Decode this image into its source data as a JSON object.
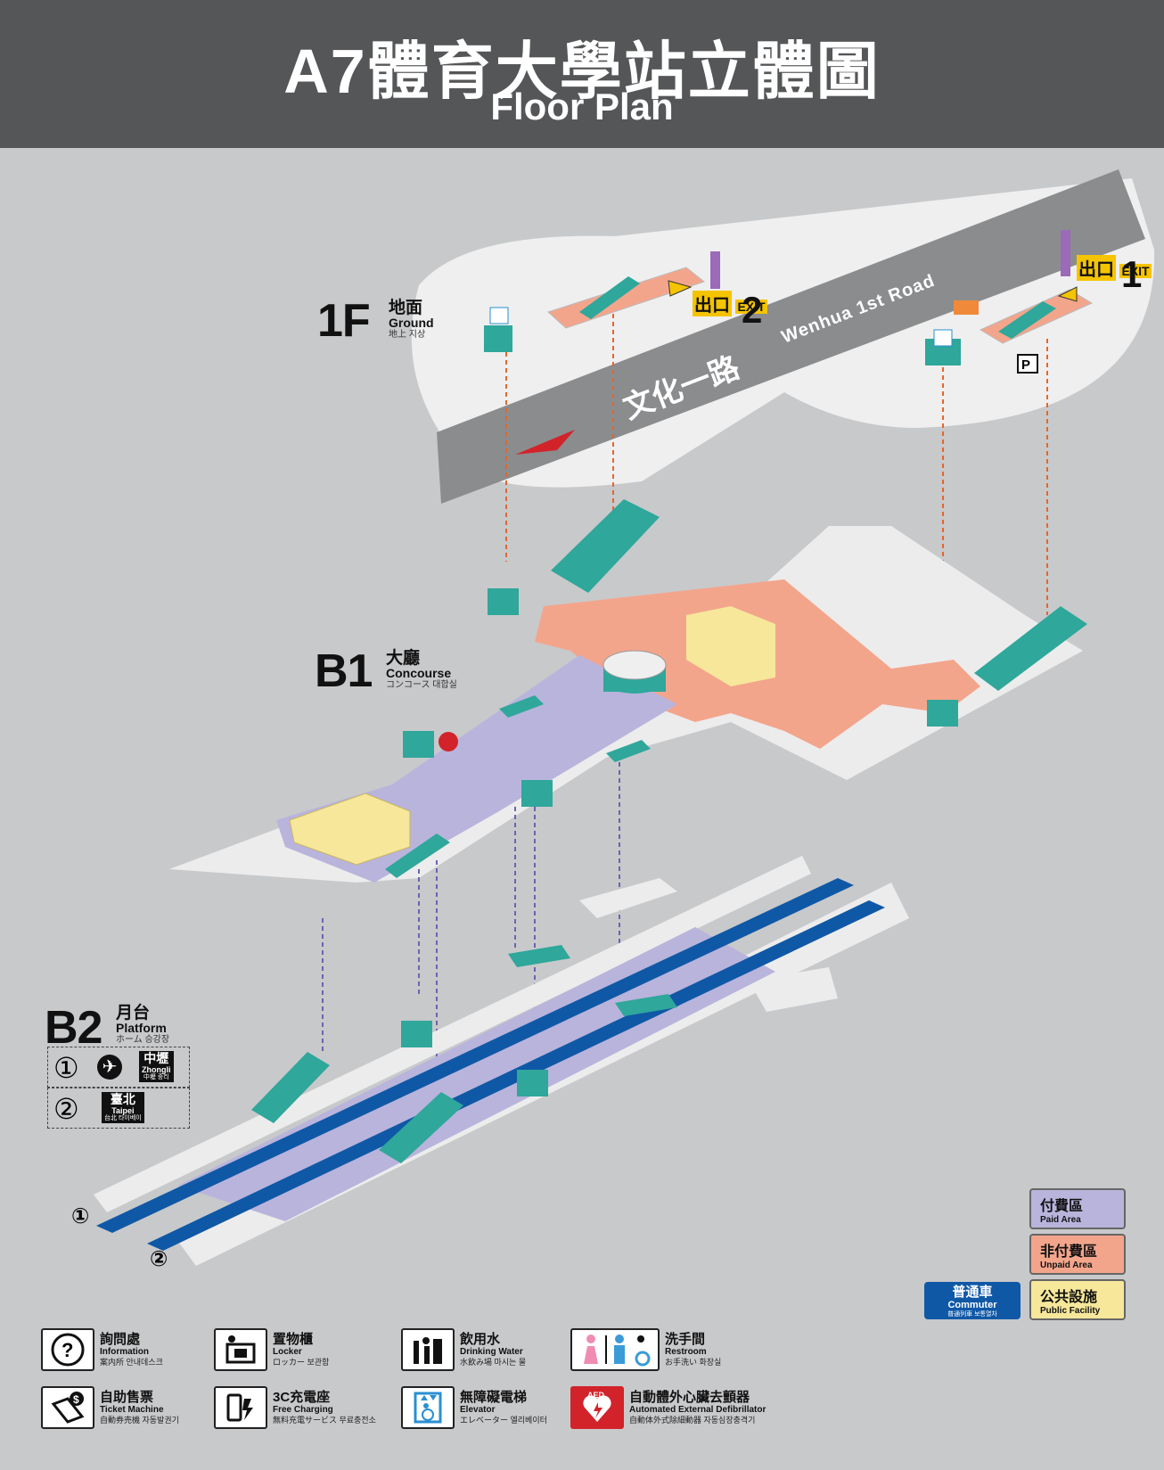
{
  "header": {
    "title": "A7體育大學站立體圖",
    "subtitle": "Floor Plan"
  },
  "floors": {
    "ground": {
      "code": "1F",
      "zh": "地面",
      "en": "Ground",
      "other": "地上 지상"
    },
    "concourse": {
      "code": "B1",
      "zh": "大廳",
      "en": "Concourse",
      "other": "コンコース 대합실"
    },
    "platform": {
      "code": "B2",
      "zh": "月台",
      "en": "Platform",
      "other": "ホーム 승강장"
    }
  },
  "road": {
    "zh": "文化一路",
    "en": "Wenhua 1st Road"
  },
  "exits": [
    {
      "zh": "出口",
      "en": "EXIT",
      "number": "2"
    },
    {
      "zh": "出口",
      "en": "EXIT",
      "number": "1"
    }
  ],
  "directions": [
    {
      "number": "①",
      "zh": "中壢",
      "en": "Zhongli",
      "sub": "中壢 중리"
    },
    {
      "number": "②",
      "zh": "臺北",
      "en": "Taipei",
      "sub": "台北 타이베이"
    }
  ],
  "track_numbers": [
    "①",
    "②"
  ],
  "area_legend": [
    {
      "zh": "付費區",
      "en": "Paid Area",
      "color": "#b9b4dc"
    },
    {
      "zh": "非付費區",
      "en": "Unpaid Area",
      "color": "#f3a58c"
    },
    {
      "zh": "公共設施",
      "en": "Public Facility",
      "color": "#f6e79a"
    }
  ],
  "commuter": {
    "zh": "普通車",
    "en": "Commuter",
    "other": "普通列車 보통열차",
    "color": "#0f58a6"
  },
  "icon_legend": [
    {
      "icon": "information-icon",
      "zh": "詢問處",
      "en": "Information",
      "other": "案内所 안내데스크"
    },
    {
      "icon": "locker-icon",
      "zh": "置物櫃",
      "en": "Locker",
      "other": "ロッカー 보관함"
    },
    {
      "icon": "drinking-water-icon",
      "zh": "飲用水",
      "en": "Drinking Water",
      "other": "水飲み場 마시는 물"
    },
    {
      "icon": "restroom-icon",
      "zh": "洗手間",
      "en": "Restroom",
      "other": "お手洗い 화장실"
    },
    {
      "icon": "ticket-machine-icon",
      "zh": "自助售票",
      "en": "Ticket Machine",
      "other": "自動券売機 자동발권기"
    },
    {
      "icon": "charging-icon",
      "zh": "3C充電座",
      "en": "Free Charging",
      "other": "無料充電サービス 무료충전소"
    },
    {
      "icon": "elevator-icon",
      "zh": "無障礙電梯",
      "en": "Elevator",
      "other": "エレベーター 엘리베이터"
    },
    {
      "icon": "aed-icon",
      "zh": "自動體外心臟去顫器",
      "en": "Automated External Defibrillator",
      "other": "自動体外式除細動器 자동심장충격기"
    }
  ],
  "colors": {
    "paid": "#b9b4dc",
    "unpaid": "#f3a58c",
    "facility": "#f6e79a",
    "track": "#0f58a6",
    "escalator": "#2fa79b",
    "road": "#8b8c8e",
    "floor": "#ececec"
  }
}
